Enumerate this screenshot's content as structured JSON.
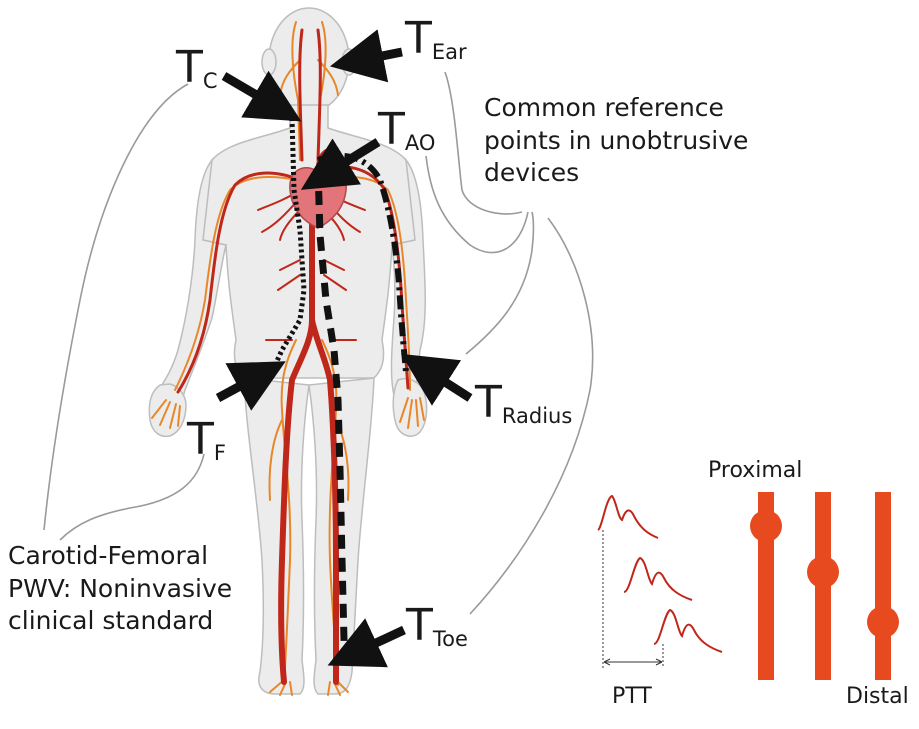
{
  "labels": {
    "tc": {
      "main": "T",
      "sub": "C"
    },
    "tear": {
      "main": "T",
      "sub": "Ear"
    },
    "tao": {
      "main": "T",
      "sub": "AO"
    },
    "tf": {
      "main": "T",
      "sub": "F"
    },
    "tradius": {
      "main": "T",
      "sub": "Radius"
    },
    "ttoe": {
      "main": "T",
      "sub": "Toe"
    }
  },
  "notes": {
    "common_reference": [
      "Common reference",
      "points in unobtrusive",
      "devices"
    ],
    "carotid_femoral": [
      "Carotid-Femoral",
      "PWV: Noninvasive",
      "clinical standard"
    ]
  },
  "legend": {
    "proximal": "Proximal",
    "distal": "Distal",
    "ptt": "PTT"
  },
  "colors": {
    "artery": "#c0271b",
    "vein_orange": "#e8872a",
    "heart": "#e2747a",
    "body_fill": "#ececec",
    "body_outline": "#bdbdbd",
    "limb_marker": "#e84a20",
    "waveform": "#c0271b",
    "arrow": "#111111"
  }
}
